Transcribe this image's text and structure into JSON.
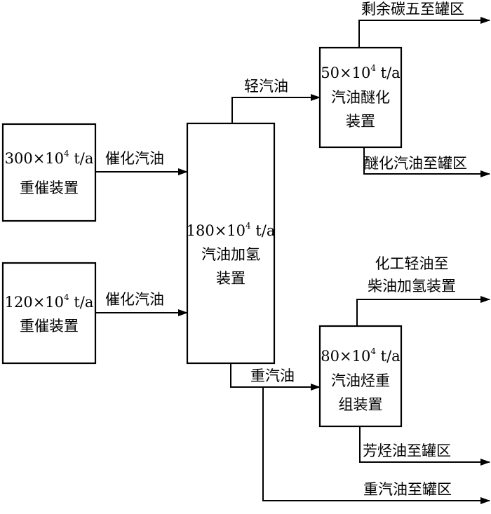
{
  "units": {
    "feed1": {
      "cap": "300×10",
      "exp": "4",
      "unit": " t/a",
      "name": "重催装置"
    },
    "feed2": {
      "cap": "120×10",
      "exp": "4",
      "unit": " t/a",
      "name": "重催装置"
    },
    "hydro": {
      "cap": "180×10",
      "exp": "4",
      "unit": " t/a",
      "name1": "汽油加氢",
      "name2": "装置"
    },
    "ether": {
      "cap": "50×10",
      "exp": "4",
      "unit": " t/a",
      "name1": "汽油醚化",
      "name2": "装置"
    },
    "reform": {
      "cap": "80×10",
      "exp": "4",
      "unit": " t/a",
      "name1": "汽油烃重",
      "name2": "组装置"
    }
  },
  "streams": {
    "catGasoline1": "催化汽油",
    "catGasoline2": "催化汽油",
    "lightGasoline": "轻汽油",
    "heavyGasoline": "重汽油",
    "residualC5": "剩余碳五至罐区",
    "etherGasoline": "醚化汽油至罐区",
    "chemLight1": "化工轻油至",
    "chemLight2": "柴油加氢装置",
    "aromatic": "芳烃油至罐区",
    "heavyToTank": "重汽油至罐区"
  }
}
